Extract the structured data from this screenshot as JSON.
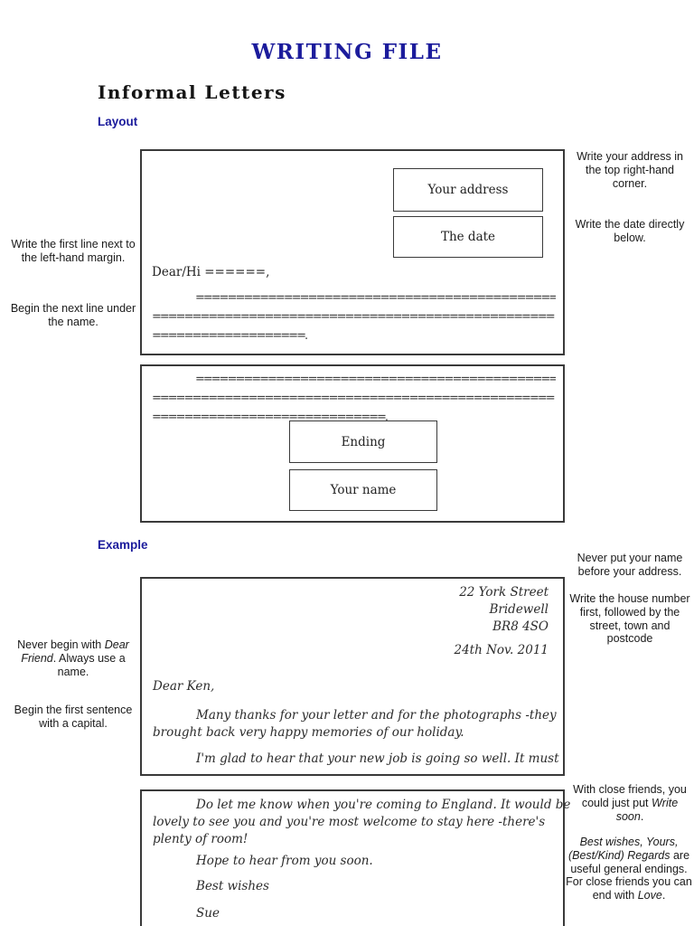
{
  "page": {
    "title": "WRITING FILE",
    "heading": "Informal Letters"
  },
  "sections": {
    "layout_label": "Layout",
    "example_label": "Example"
  },
  "colors": {
    "accent_navy": "#1c1c9c",
    "text": "#1a1a1a",
    "border": "#3a3a3a"
  },
  "layout_diagram": {
    "address_box_label": "Your address",
    "date_box_label": "The date",
    "salutation": "Dear/Hi ======,",
    "page1_line1": "=============================================",
    "page1_line2": "==================================================",
    "page1_line3": "===================.",
    "page2_line1": "=============================================",
    "page2_line2": "==================================================",
    "page2_line3": "=============================.",
    "ending_box_label": "Ending",
    "name_box_label": "Your name"
  },
  "annotations": {
    "layout_left_1": "Write the first line next to the left-hand margin.",
    "layout_left_2": "Begin the next line under the name.",
    "layout_right_1": "Write your address in the top right-hand corner.",
    "layout_right_2": "Write the date directly below.",
    "example_right_1": "Never put your name before your address.",
    "example_right_2": "Write the house number first, followed by the street, town and postcode",
    "example_left_1_pre": "Never begin with ",
    "example_left_1_italic": "Dear Friend",
    "example_left_1_post": ". Always use a name.",
    "example_left_2": "Begin the first sentence with a capital.",
    "example_right_3_pre": "With close friends, you could just put ",
    "example_right_3_italic": "Write soon",
    "example_right_3_post": ".",
    "example_right_4_italic1": "Best wishes, Yours, (Best/Kind) Regards",
    "example_right_4_mid": " are useful general endings. For close friends you can end with ",
    "example_right_4_italic2": "Love",
    "example_right_4_post": "."
  },
  "example_letter": {
    "address_line1": "22 York Street",
    "address_line2": "Bridewell",
    "address_line3": "BR8 4SO",
    "date": "24th Nov. 2011",
    "salutation": "Dear Ken,",
    "para1_line1": "Many thanks for your letter and for the photographs -they",
    "para1_line2": "brought back very happy memories of our holiday.",
    "para2_line1": "I'm glad to hear that your new job is going so well. It must",
    "para3_line1": "Do let me know when you're coming to England. It would be",
    "para3_line2": "lovely to see you and you're most welcome to stay here -there's",
    "para3_line3": "plenty of room!",
    "closing1": "Hope to hear from you soon.",
    "closing2": "Best wishes",
    "signature": "Sue"
  }
}
